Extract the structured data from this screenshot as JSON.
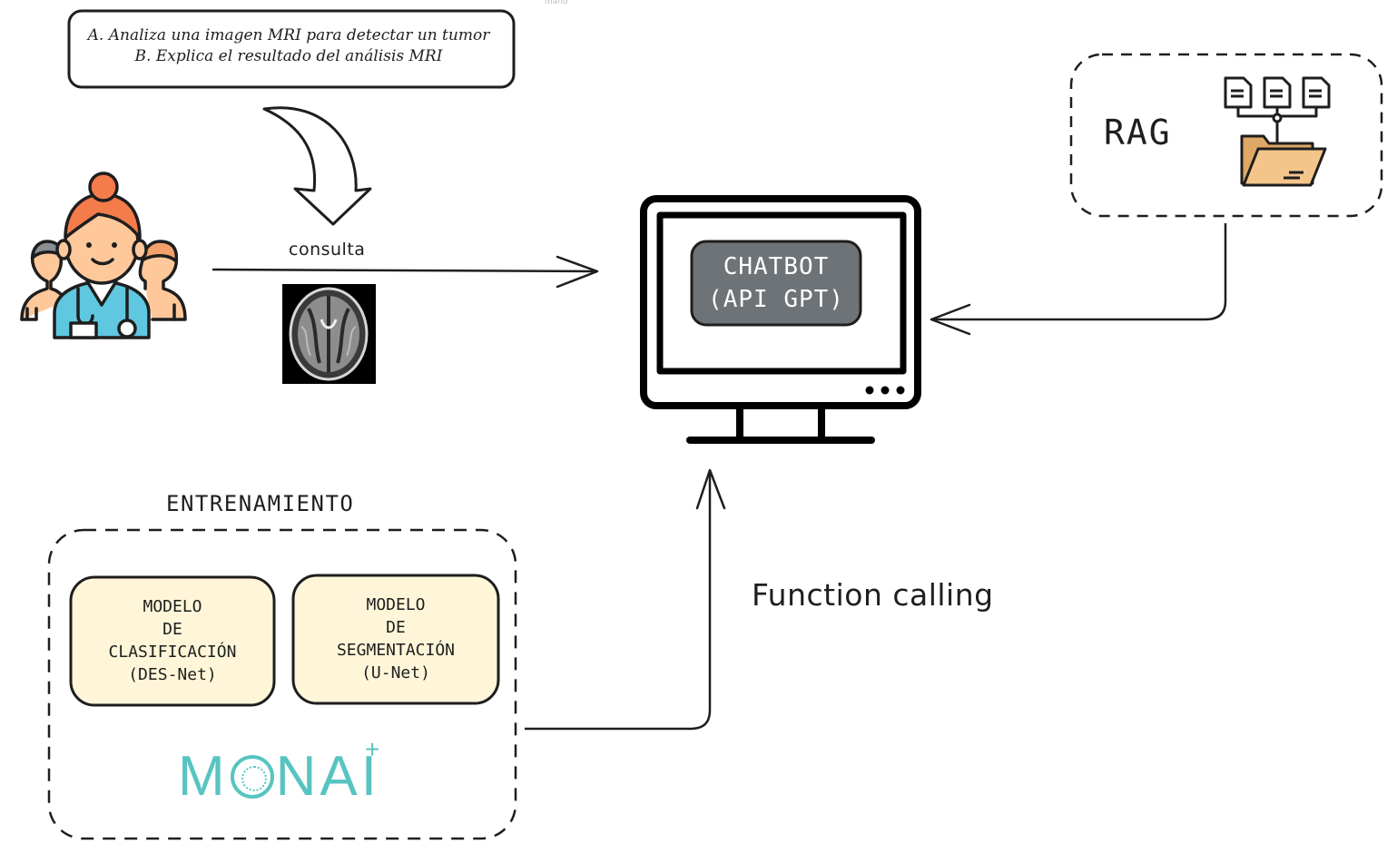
{
  "query_box": {
    "line_a": "A. Analiza una imagen MRI para detectar un tumor",
    "line_b": "B. Explica el resultado del análisis MRI"
  },
  "labels": {
    "consulta": "consulta",
    "rag": "RAG",
    "entrenamiento": "ENTRENAMIENTO",
    "function_calling": "Function calling",
    "tiny_top": "mano"
  },
  "chatbot": {
    "line1": "CHATBOT",
    "line2": "(API GPT)"
  },
  "models": [
    {
      "line1": "MODELO",
      "line2": "DE",
      "line3": "CLASIFICACIÓN",
      "line4": "(DES-Net)"
    },
    {
      "line1": "MODELO",
      "line2": "DE",
      "line3": "SEGMENTACIÓN",
      "line4": "(U-Net)"
    }
  ],
  "monai": {
    "m": "M",
    "rest": "NAI",
    "plus": "+"
  },
  "colors": {
    "stroke": "#1e1e1e",
    "model_fill": "#fff6d9",
    "chatbot_fill": "#6e7377",
    "monai": "#58c4c1",
    "skin": "#ffc89a",
    "hair": "#f47c4b",
    "scrubs": "#5fc8e0",
    "folder": "#f4c58a"
  },
  "icons": [
    "doctors-team-icon",
    "brain-mri-image",
    "monitor-icon",
    "documents-folder-icon",
    "down-arrow-icon"
  ]
}
